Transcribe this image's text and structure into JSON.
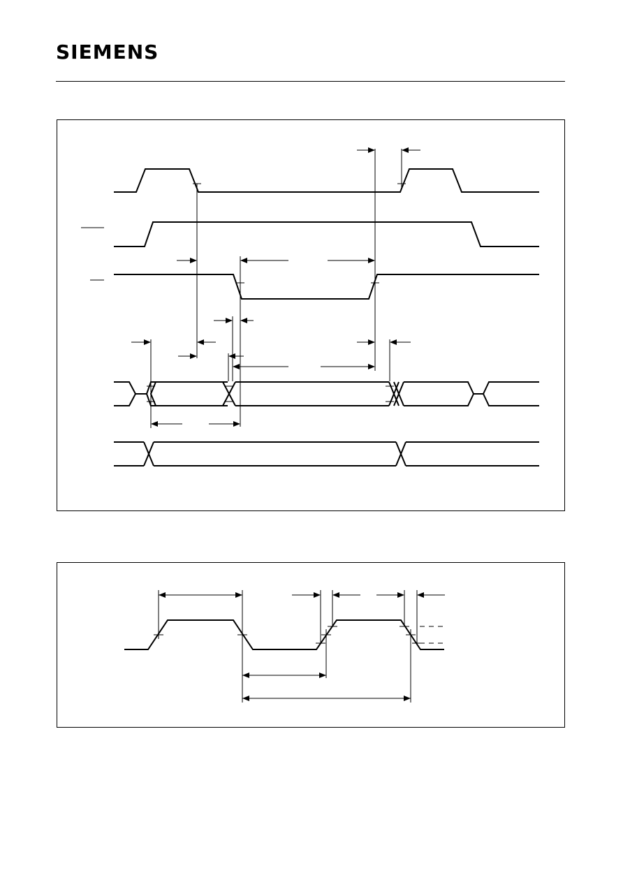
{
  "header": {
    "logo_text": "SIEMENS"
  },
  "colors": {
    "ink": "#000000",
    "paper": "#ffffff"
  },
  "diagrams": [
    {
      "name": "bus-timing-diagram",
      "waveform_count": 5
    },
    {
      "name": "clock-timing-diagram",
      "waveform_count": 1
    }
  ]
}
